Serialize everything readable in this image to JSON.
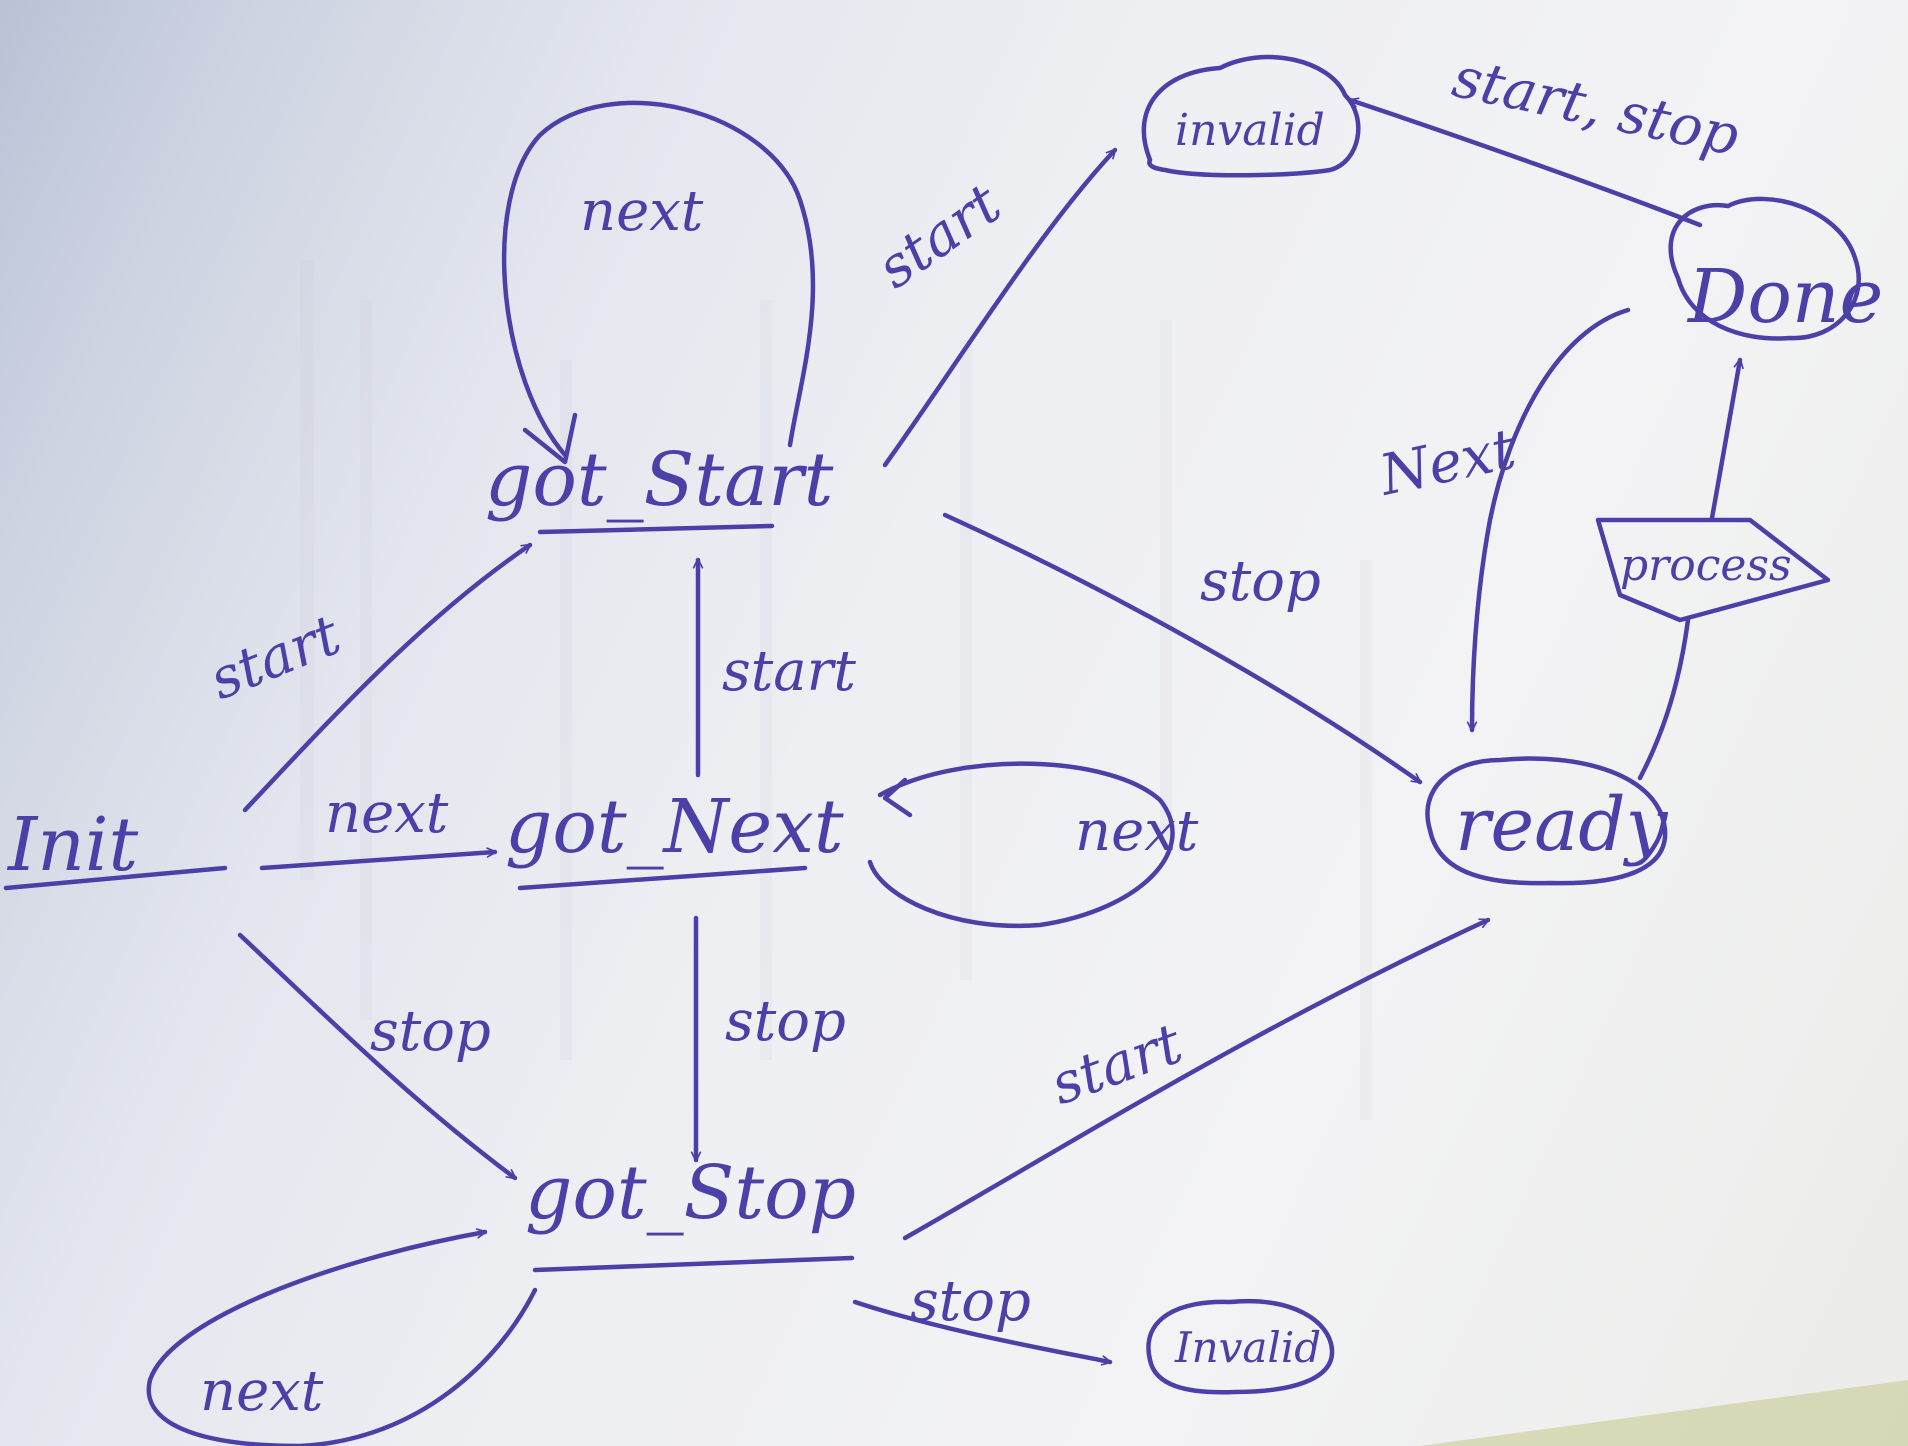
{
  "ink_color": "#4b3fa8",
  "nodes": {
    "init": "Init",
    "got_start": "got_Start",
    "got_next": "got_Next",
    "got_stop": "got_Stop",
    "invalid_top": "invalid",
    "invalid_bottom": "Invalid",
    "ready": "ready",
    "done": "Done",
    "process": "process"
  },
  "edges": {
    "init_got_start": "start",
    "init_got_next": "next",
    "init_got_stop": "stop",
    "got_start_self": "next",
    "got_start_invalid": "start",
    "got_start_ready": "stop",
    "got_next_got_start": "start",
    "got_next_self": "next",
    "got_next_got_stop": "stop",
    "got_stop_self": "next",
    "got_stop_ready": "start",
    "got_stop_invalid": "stop",
    "done_invalid": "start, stop",
    "done_ready": "Next"
  }
}
